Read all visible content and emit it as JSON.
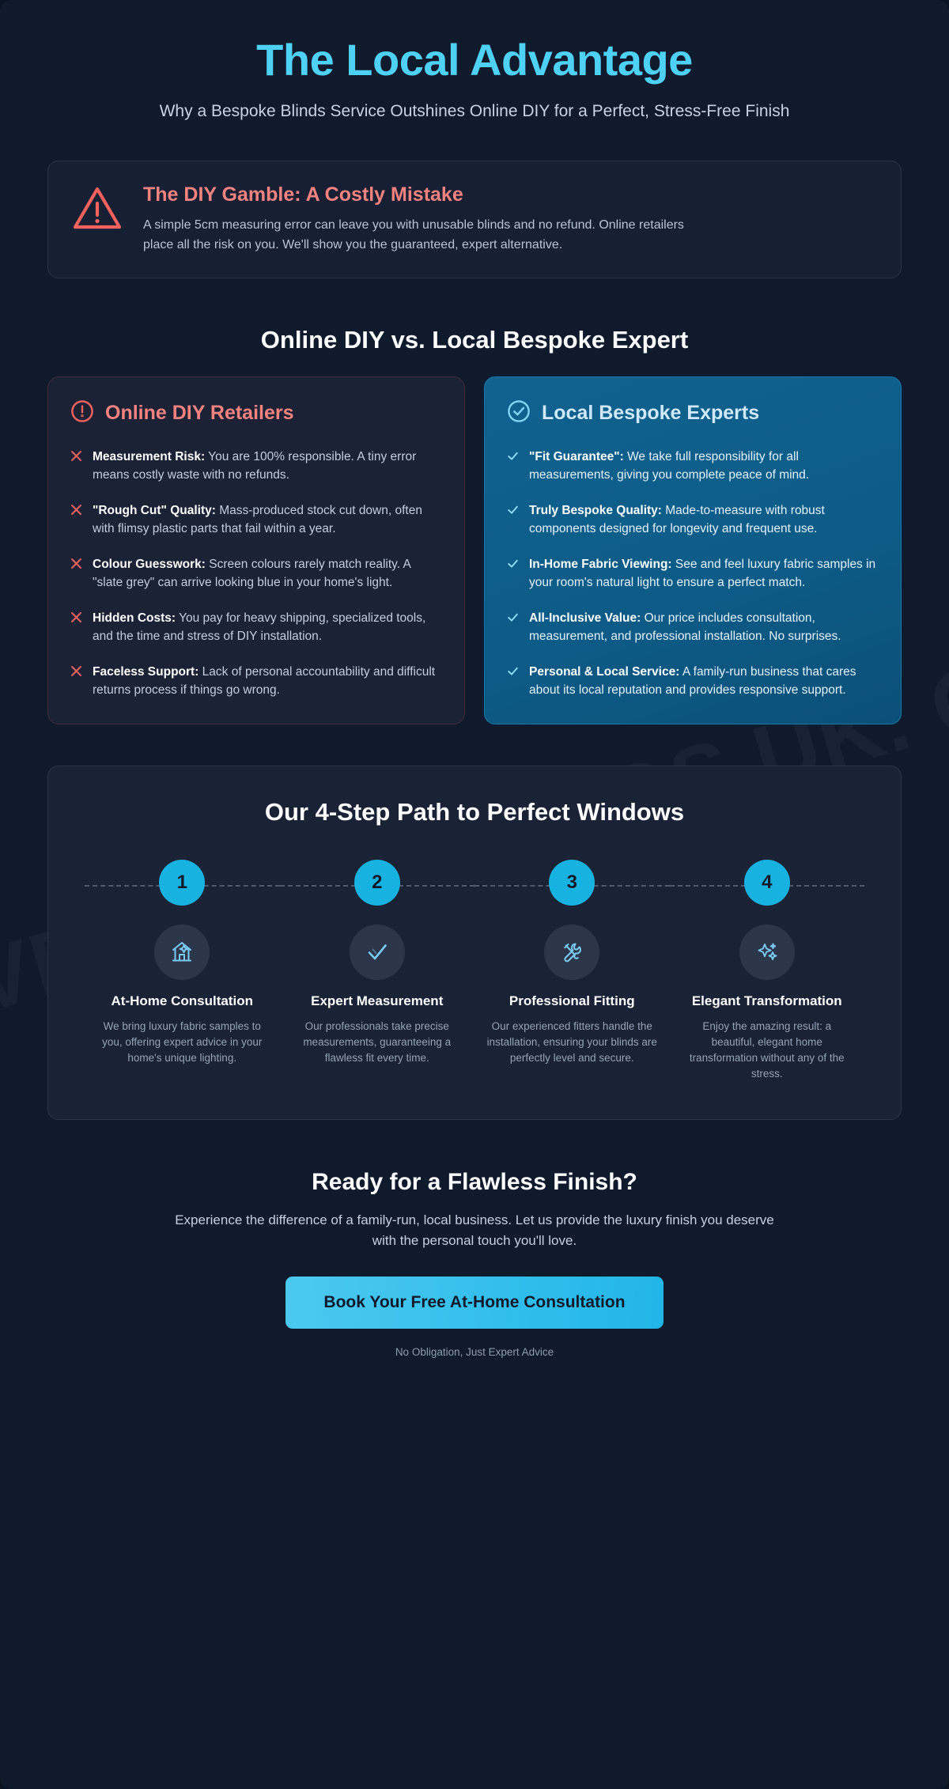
{
  "watermark_text": "VERSALL BLINDS UK. CO",
  "colors": {
    "accent_cyan": "#4fd0f5",
    "danger_red": "#f4837f",
    "page_bg": "#101a2d",
    "good_card_blue": "#0d5c88",
    "step_circle": "#18b2e0"
  },
  "hero": {
    "title": "The Local Advantage",
    "subtitle": "Why a Bespoke Blinds Service Outshines Online DIY for a Perfect, Stress-Free Finish"
  },
  "warning": {
    "icon": "alert-triangle-icon",
    "title": "The DIY Gamble: A Costly Mistake",
    "text": "A simple 5cm measuring error can leave you with unusable blinds and no refund. Online retailers place all the risk on you. We'll show you the guaranteed, expert alternative."
  },
  "comparison": {
    "heading": "Online DIY vs. Local Bespoke Expert",
    "bad": {
      "icon": "alert-circle-icon",
      "title": "Online DIY Retailers",
      "mark": "x-mark-icon",
      "items": [
        {
          "label": "Measurement Risk:",
          "text": " You are 100% responsible. A tiny error means costly waste with no refunds."
        },
        {
          "label": "\"Rough Cut\" Quality:",
          "text": " Mass-produced stock cut down, often with flimsy plastic parts that fail within a year."
        },
        {
          "label": "Colour Guesswork:",
          "text": " Screen colours rarely match reality. A \"slate grey\" can arrive looking blue in your home's light."
        },
        {
          "label": "Hidden Costs:",
          "text": " You pay for heavy shipping, specialized tools, and the time and stress of DIY installation."
        },
        {
          "label": "Faceless Support:",
          "text": " Lack of personal accountability and difficult returns process if things go wrong."
        }
      ]
    },
    "good": {
      "icon": "check-circle-icon",
      "title": "Local Bespoke Experts",
      "mark": "check-mark-icon",
      "items": [
        {
          "label": "\"Fit Guarantee\":",
          "text": " We take full responsibility for all measurements, giving you complete peace of mind."
        },
        {
          "label": "Truly Bespoke Quality:",
          "text": " Made-to-measure with robust components designed for longevity and frequent use."
        },
        {
          "label": "In-Home Fabric Viewing:",
          "text": " See and feel luxury fabric samples in your room's natural light to ensure a perfect match."
        },
        {
          "label": "All-Inclusive Value:",
          "text": " Our price includes consultation, measurement, and professional installation. No surprises."
        },
        {
          "label": "Personal & Local Service:",
          "text": " A family-run business that cares about its local reputation and provides responsive support."
        }
      ]
    }
  },
  "steps": {
    "title": "Our 4-Step Path to Perfect Windows",
    "items": [
      {
        "number": "1",
        "icon": "home-icon",
        "name": "At-Home Consultation",
        "desc": "We bring luxury fabric samples to you, offering expert advice in your home's unique lighting."
      },
      {
        "number": "2",
        "icon": "check-icon",
        "name": "Expert Measurement",
        "desc": "Our professionals take precise measurements, guaranteeing a flawless fit every time."
      },
      {
        "number": "3",
        "icon": "tools-icon",
        "name": "Professional Fitting",
        "desc": "Our experienced fitters handle the installation, ensuring your blinds are perfectly level and secure."
      },
      {
        "number": "4",
        "icon": "sparkles-icon",
        "name": "Elegant Transformation",
        "desc": "Enjoy the amazing result: a beautiful, elegant home transformation without any of the stress."
      }
    ]
  },
  "cta": {
    "title": "Ready for a Flawless Finish?",
    "subtitle": "Experience the difference of a family-run, local business. Let us provide the luxury finish you deserve with the personal touch you'll love.",
    "button_label": "Book Your Free At-Home Consultation",
    "note": "No Obligation, Just Expert Advice"
  }
}
